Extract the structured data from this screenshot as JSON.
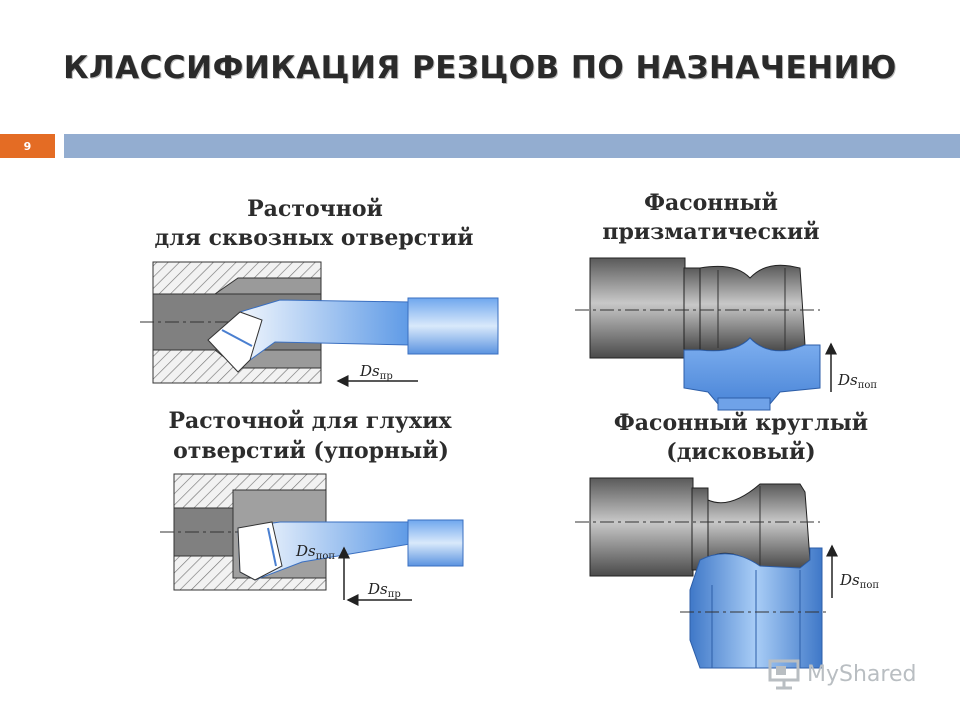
{
  "title": "КЛАССИФИКАЦИЯ РЕЗЦОВ ПО НАЗНАЧЕНИЮ",
  "page_number": "9",
  "accent_color": "#e46c24",
  "bar_color": "#93add0",
  "panels": {
    "through_bore": {
      "line1": "Расточной",
      "line2": "для сквозных отверстий",
      "feed_label": "Ds",
      "feed_sub": "пр"
    },
    "blind_bore": {
      "line1": "Расточной для глухих",
      "line2": "отверстий (упорный)",
      "feed_cross_label": "Ds",
      "feed_cross_sub": "поп",
      "feed_long_label": "Ds",
      "feed_long_sub": "пр"
    },
    "form_prismatic": {
      "line1": "Фасонный",
      "line2": "призматический",
      "feed_label": "Ds",
      "feed_sub": "поп"
    },
    "form_circular": {
      "line1": "Фасонный круглый",
      "line2": "(дисковый)",
      "feed_label": "Ds",
      "feed_sub": "поп"
    }
  },
  "watermark": {
    "text": "MyShared",
    "icon": "presentation-board-icon"
  }
}
